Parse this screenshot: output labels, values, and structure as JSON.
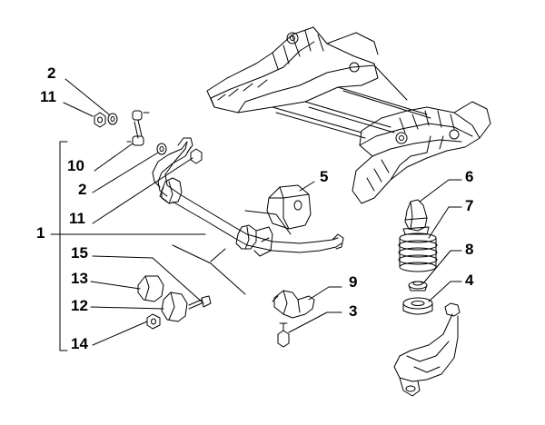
{
  "callouts": {
    "c1": "1",
    "c2a": "2",
    "c2b": "2",
    "c3": "3",
    "c4": "4",
    "c5": "5",
    "c6": "6",
    "c7": "7",
    "c8": "8",
    "c9": "9",
    "c10": "10",
    "c11a": "11",
    "c11b": "11",
    "c12": "12",
    "c13": "13",
    "c14": "14",
    "c15": "15"
  },
  "colors": {
    "ink": "#000000",
    "paper": "#ffffff"
  }
}
